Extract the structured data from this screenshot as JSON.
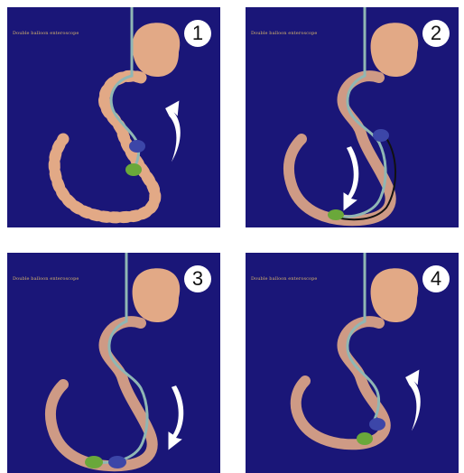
{
  "colors": {
    "panel_bg": "#1a1678",
    "tissue": "#e2a986",
    "scope": "#8fb7b4",
    "balloon_blue": "#3c46a8",
    "balloon_green": "#6aa83a",
    "arrow": "#ffffff",
    "caption": "#d8b56a"
  },
  "panels": [
    {
      "number": "1",
      "caption": "Double balloon enteroscope",
      "arrow": "clockwise-up"
    },
    {
      "number": "2",
      "caption": "Double balloon enteroscope",
      "arrow": "clockwise-down"
    },
    {
      "number": "3",
      "caption": "Double balloon enteroscope",
      "arrow": "clockwise-down"
    },
    {
      "number": "4",
      "caption": "Double balloon enteroscope",
      "arrow": "clockwise-up"
    }
  ]
}
